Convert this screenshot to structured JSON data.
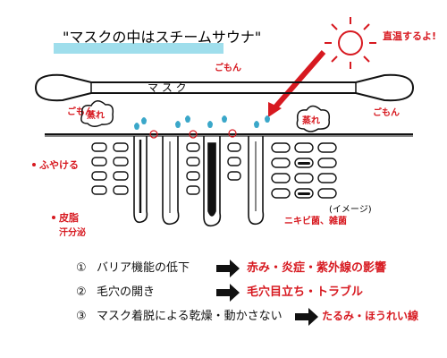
{
  "title": "\"マスクの中はスチームサウナ\"",
  "mask_label": "マ  ス  ク",
  "sun_label": "直温するよ!",
  "left_top_label": "ごもん",
  "left_mid_label": "ごもん",
  "right_label": "ごもん",
  "steam_left": "蒸れ",
  "steam_right": "蒸れ",
  "swelling_label": "ふやける",
  "sebum_label_1": "皮脂",
  "sebum_label_2": "汗分泌",
  "bacteria_label": "ニキビ菌、雑菌",
  "image_note": "(イメージ)",
  "consequences": [
    {
      "num": "①",
      "cause": "バリア機能の低下",
      "effect": "赤み・炎症・紫外線の影響"
    },
    {
      "num": "②",
      "cause": "毛穴の開き",
      "effect": "毛穴目立ち・トラブル"
    },
    {
      "num": "③",
      "cause": "マスク着脱による乾燥・動かさない",
      "effect": "たるみ・ほうれい線"
    }
  ],
  "colors": {
    "red": "#d71920",
    "blue_highlight": "#7fd3e6",
    "ink": "#111111"
  }
}
